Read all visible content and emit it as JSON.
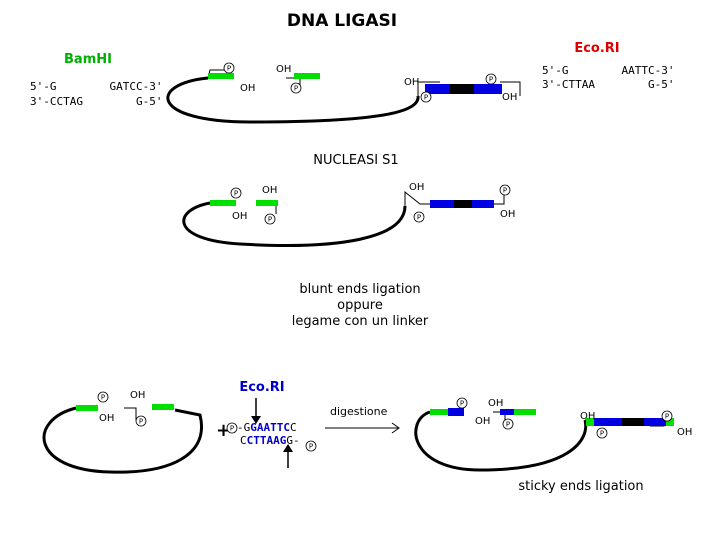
{
  "title": "DNA LIGASI",
  "bamhi": {
    "name": "BamHI",
    "top": "5'-G        GATCC-3'",
    "bottom": "3'-CCTAG        G-5'"
  },
  "ecori_top": {
    "name": "Eco.RI",
    "top": "5'-G        AATTC-3'",
    "bottom": "3'-CTTAA        G-5'"
  },
  "labels": {
    "oh": "OH",
    "p": "P"
  },
  "step_s1": "NUCLEASI S1",
  "blunt": {
    "line1": "blunt ends ligation",
    "line2": "oppure",
    "line3": "legame con un linker"
  },
  "linker": {
    "enzyme": "Eco.RI",
    "plus": "+",
    "top_prefix": "-G",
    "top_site": "GAATTC",
    "top_suffix": "C",
    "bottom_prefix": "C",
    "bottom_site": "CTTAAG",
    "bottom_suffix": "G-"
  },
  "digestion": "digestione",
  "sticky": "sticky ends ligation",
  "colors": {
    "green": "#00e000",
    "blue": "#0000e0",
    "black": "#000000",
    "red": "#dd0000"
  }
}
